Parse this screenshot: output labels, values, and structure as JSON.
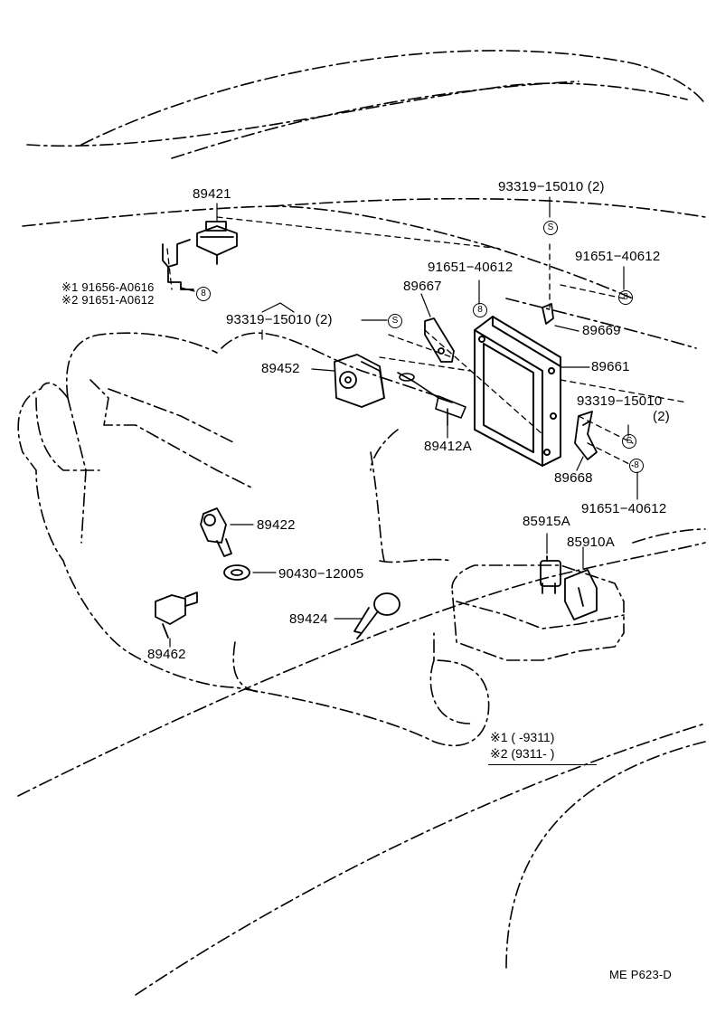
{
  "parts": {
    "p89421": "89421",
    "note1_part": "※1 91656-A0616",
    "note2_part": "※2 91651-A0612",
    "p93319_a": "93319−15010 (2)",
    "p91651_a": "91651−40612",
    "p91651_b": "91651−40612",
    "p89667": "89667",
    "p93319_b": "93319−15010 (2)",
    "p89669": "89669",
    "p89452": "89452",
    "p89661": "89661",
    "p93319_c": "93319−15010",
    "p93319_c_qty": "(2)",
    "p89412a": "89412A",
    "p89668": "89668",
    "p91651_c": "91651−40612",
    "p85915a": "85915A",
    "p85910a": "85910A",
    "p89422": "89422",
    "p90430": "90430−12005",
    "p89424": "89424",
    "p89462": "89462"
  },
  "callouts": {
    "bolt_symbol": "S",
    "nut_symbol": "8"
  },
  "footnotes": {
    "note1": "※1 (        -9311)",
    "note2": "※2 (9311-        )"
  },
  "diagram_code": "ME P623-D",
  "colors": {
    "ink": "#000000",
    "paper": "#ffffff"
  }
}
